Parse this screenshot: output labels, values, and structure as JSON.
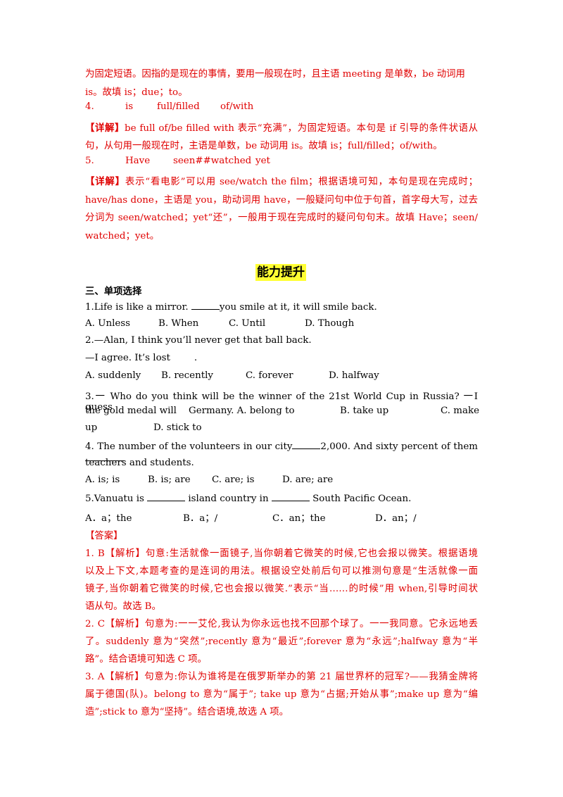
{
  "prev_answers": {
    "l1": "为固定短语。因指的是现在的事情，要用一般现在时，且主语 meeting 是单数，be 动词用",
    "l2": "is。故填 is；due；to。",
    "a4": {
      "num": "4.",
      "w1": "is",
      "w2": "full/filled",
      "w3": "of/with"
    },
    "d4_tag": "【详解】",
    "d4_l1": "be full of/be filled with 表示“充满”，为固定短语。本句是 if 引导的条件状语从",
    "d4_l2": "句，从句用一般现在时，主语是单数，be 动词用 is。故填 is；full/filled；of/with。",
    "a5": {
      "num": "5.",
      "w1": "Have",
      "w2": "seen##watched",
      "w3": "yet"
    },
    "d5_tag": "【详解】",
    "d5_l1": "表示“看电影”可以用 see/watch the film；根据语境可知，本句是现在完成时；",
    "d5_l2": "have/has done，主语是 you，助动词用 have，一般疑问句中位于句首，首字母大写，过去",
    "d5_l3": "分词为 seen/watched；yet“还”，一般用于现在完成时的疑问句句末。故填 Have；seen/",
    "d5_l4": "watched；yet。"
  },
  "heading": "能力提升",
  "section_title": "三、单项选择",
  "questions": {
    "q1": {
      "pre": "1.Life is like a mirror.",
      "post": "you smile at it, it will smile back.",
      "a": "A. Unless",
      "b": "B. When",
      "c": "C. Until",
      "d": "D. Though"
    },
    "q2": {
      "l1": "2.—Alan, I think you’ll never get that ball back.",
      "l2": "—I agree. It’s lost",
      "l2_end": ".",
      "a": "A. suddenly",
      "b": "B. recently",
      "c": "C. forever",
      "d": "D. halfway"
    },
    "q3": {
      "l1": "3.一 Who do you think will be the winner of the 21st World Cup in Russia? 一I guess",
      "l2_a": "the gold medal will",
      "l2_b": "Germany. A. belong to",
      "l2_c": "B. take up",
      "l2_d": "C. make",
      "l3_a": "up",
      "l3_b": "D. stick to"
    },
    "q4": {
      "l1_pre": "4. The number of the volunteers in our city",
      "l1_mid": "2,000. And sixty percent of them",
      "l2": "teachers and students.",
      "a": "A. is; is",
      "b": "B. is; are",
      "c": "C. are; is",
      "d": "D. are; are"
    },
    "q5": {
      "pre": "5.Vanuatu is",
      "mid": "island country in",
      "post": "South Pacific Ocean.",
      "a": "A．a；the",
      "b": "B．a；/",
      "c": "C．an；the",
      "d": "D．an；/"
    }
  },
  "answer_label": "【答案】",
  "explanations": {
    "e1_l1": "1. B【解析】句意:生活就像一面镜子,当你朝着它微笑的时候,它也会报以微笑。根据语境",
    "e1_l2": "以及上下文,本题考查的是连词的用法。根据设空处前后句可以推测句意是“生活就像一面",
    "e1_l3": "镜子,当你朝着它微笑的时候,它也会报以微笑.”表示“当……的时候”用 when,引导时间状",
    "e1_l4": "语从句。故选 B。",
    "e2_l1": "2. C【解析】句意为:一一艾伦,我认为你永远也找不回那个球了。一一我同意。它永远地丢",
    "e2_l2": "了。suddenly 意为“突然”;recently 意为“最近”;forever 意为“永远”;halfway 意为“半",
    "e2_l3": "路”。结合语境可知选 C 项。",
    "e3_l1": "3. A【解析】句意为:你认为谁将是在俄罗斯举办的第 21 届世界杯的冠军?——我猜金牌将",
    "e3_l2": "属于德国(队)。belong to 意为“属于”; take up 意为“占据;开始从事”;make up 意为“编",
    "e3_l3": "造”;stick to 意为“坚持”。结合语境,故选 A 项。"
  },
  "colors": {
    "answer_text": "#e00000",
    "heading_highlight": "#ffff33"
  }
}
